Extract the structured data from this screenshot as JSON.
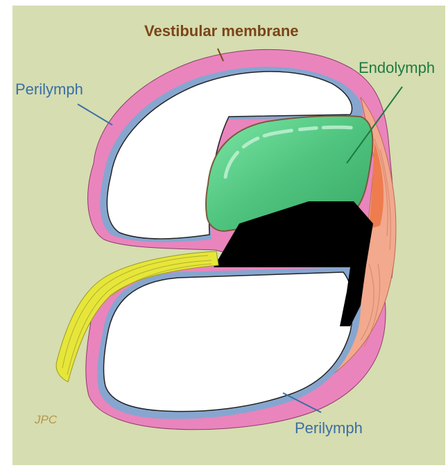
{
  "diagram": {
    "labels": {
      "vestibular_membrane": "Vestibular membrane",
      "endolymph": "Endolymph",
      "perilymph_upper": "Perilymph",
      "perilymph_lower": "Perilymph",
      "jpc": "JPC"
    }
  },
  "colors": {
    "background": "#d6ddb0",
    "pink_layer": "#ea84bd",
    "blue_layer": "#86a6cf",
    "salmon_layer": "#f2a98d",
    "orange_band": "#ee7c4e",
    "endolymph_green": "#4fc47f",
    "nerve_yellow": "#e6e63a",
    "vestibular_label": "#7a4518",
    "endolymph_label": "#1d7a42",
    "perilymph_label": "#3a6ea6",
    "jpc_label": "#b8954c"
  }
}
